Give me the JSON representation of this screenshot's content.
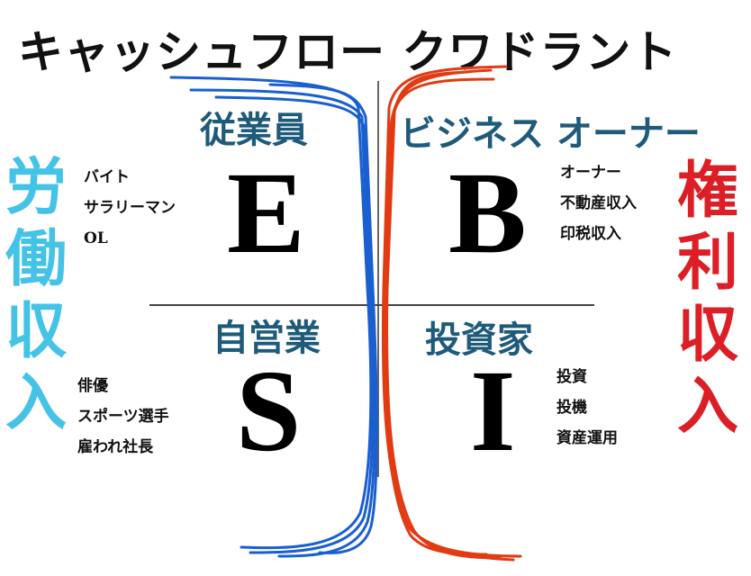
{
  "title": "キャッシュフロー クワドラント",
  "colors": {
    "labor_income": "#45c3e6",
    "rights_income": "#dc1f26",
    "quadrant_label": "#1e5a7a",
    "blue_flow": "#1a5fd0",
    "red_flow": "#e23a12"
  },
  "side_labels": {
    "left": "労働収入",
    "right": "権利収入"
  },
  "quadrants": {
    "E": {
      "letter": "E",
      "label": "従業員",
      "examples": [
        "バイト",
        "サラリーマン",
        "OL"
      ]
    },
    "B": {
      "letter": "B",
      "label": "ビジネス オーナー",
      "examples": [
        "オーナー",
        "不動産収入",
        "印税収入"
      ]
    },
    "S": {
      "letter": "S",
      "label": "自営業",
      "examples": [
        "俳優",
        "スポーツ選手",
        "雇われ社長"
      ]
    },
    "I": {
      "letter": "I",
      "label": "投資家",
      "examples": [
        "投資",
        "投機",
        "資産運用"
      ]
    }
  }
}
